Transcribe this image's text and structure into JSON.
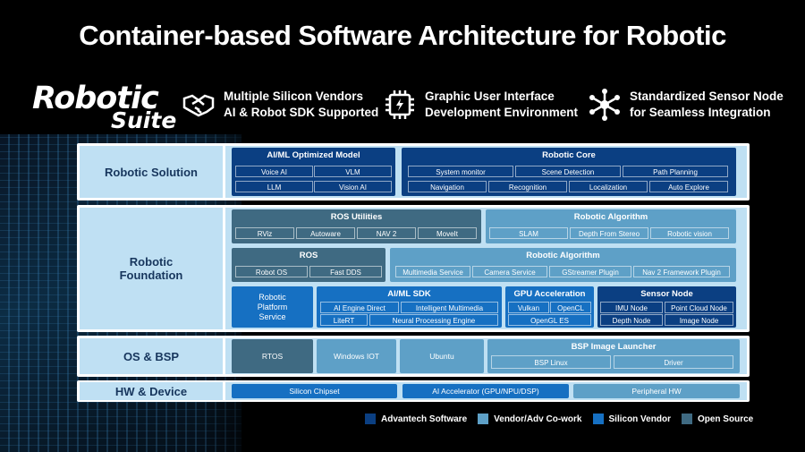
{
  "title": "Container-based Software Architecture for Robotic",
  "logo": {
    "main": "Robotic",
    "sub": "Suite"
  },
  "features": [
    {
      "icon": "handshake-icon",
      "line1": "Multiple Silicon Vendors",
      "line2": "AI & Robot SDK Supported"
    },
    {
      "icon": "chip-icon",
      "line1": "Graphic User Interface",
      "line2": "Development Environment"
    },
    {
      "icon": "network-node-icon",
      "line1": "Standardized Sensor Node",
      "line2": "for Seamless Integration"
    }
  ],
  "layers": {
    "solution": "Robotic Solution",
    "foundation": [
      "Robotic",
      "Foundation"
    ],
    "os": "OS & BSP",
    "hw": "HW & Device"
  },
  "solution": {
    "aiml": {
      "title": "AI/ML Optimized Model",
      "cells": [
        "Voice AI",
        "VLM",
        "LLM",
        "Vision AI"
      ]
    },
    "core": {
      "title": "Robotic Core",
      "cells": [
        "System monitor",
        "Scene Detection",
        "Path Planning",
        "Navigation",
        "Recognition",
        "Localization",
        "Auto Explore"
      ]
    }
  },
  "foundation": {
    "ros_utilities": {
      "title": "ROS Utilities",
      "cells": [
        "RViz",
        "Autoware",
        "NAV 2",
        "MoveIt"
      ]
    },
    "robotic_algorithm_1": {
      "title": "Robotic Algorithm",
      "cells": [
        "SLAM",
        "Depth From Stereo",
        "Robotic vision"
      ]
    },
    "ros": {
      "title": "ROS",
      "cells": [
        "Robot OS",
        "Fast DDS"
      ]
    },
    "robotic_algorithm_2": {
      "title": "Robotic Algorithm",
      "cells": [
        "Multimedia Service",
        "Camera Service",
        "GStreamer Plugin",
        "Nav 2 Framework Plugin"
      ]
    },
    "platform_service": [
      "Robotic",
      "Platform",
      "Service"
    ],
    "aiml_sdk": {
      "title": "AI/ML SDK",
      "cells": [
        "AI Engine Direct",
        "Intelligent Multimedia",
        "LiteRT",
        "Neural Processing Engine"
      ]
    },
    "gpu": {
      "title": "GPU Acceleration",
      "cells": [
        "Vulkan",
        "OpenCL",
        "OpenGL ES"
      ]
    },
    "sensor": {
      "title": "Sensor Node",
      "cells": [
        "IMU Node",
        "Point Cloud Node",
        "Depth Node",
        "Image Node"
      ]
    }
  },
  "os": {
    "items": [
      "RTOS",
      "Windows IOT",
      "Ubuntu"
    ],
    "bsp": {
      "title": "BSP Image Launcher",
      "cells": [
        "BSP Linux",
        "Driver"
      ]
    }
  },
  "hw": {
    "items": [
      "Silicon Chipset",
      "AI Accelerator (GPU/NPU/DSP)",
      "Peripheral HW"
    ]
  },
  "legend": [
    {
      "label": "Advantech Software",
      "color": "#0b3f82"
    },
    {
      "label": "Vendor/Adv Co-work",
      "color": "#5ea0c7"
    },
    {
      "label": "Silicon Vendor",
      "color": "#1670c2"
    },
    {
      "label": "Open Source",
      "color": "#3f6a82"
    }
  ]
}
